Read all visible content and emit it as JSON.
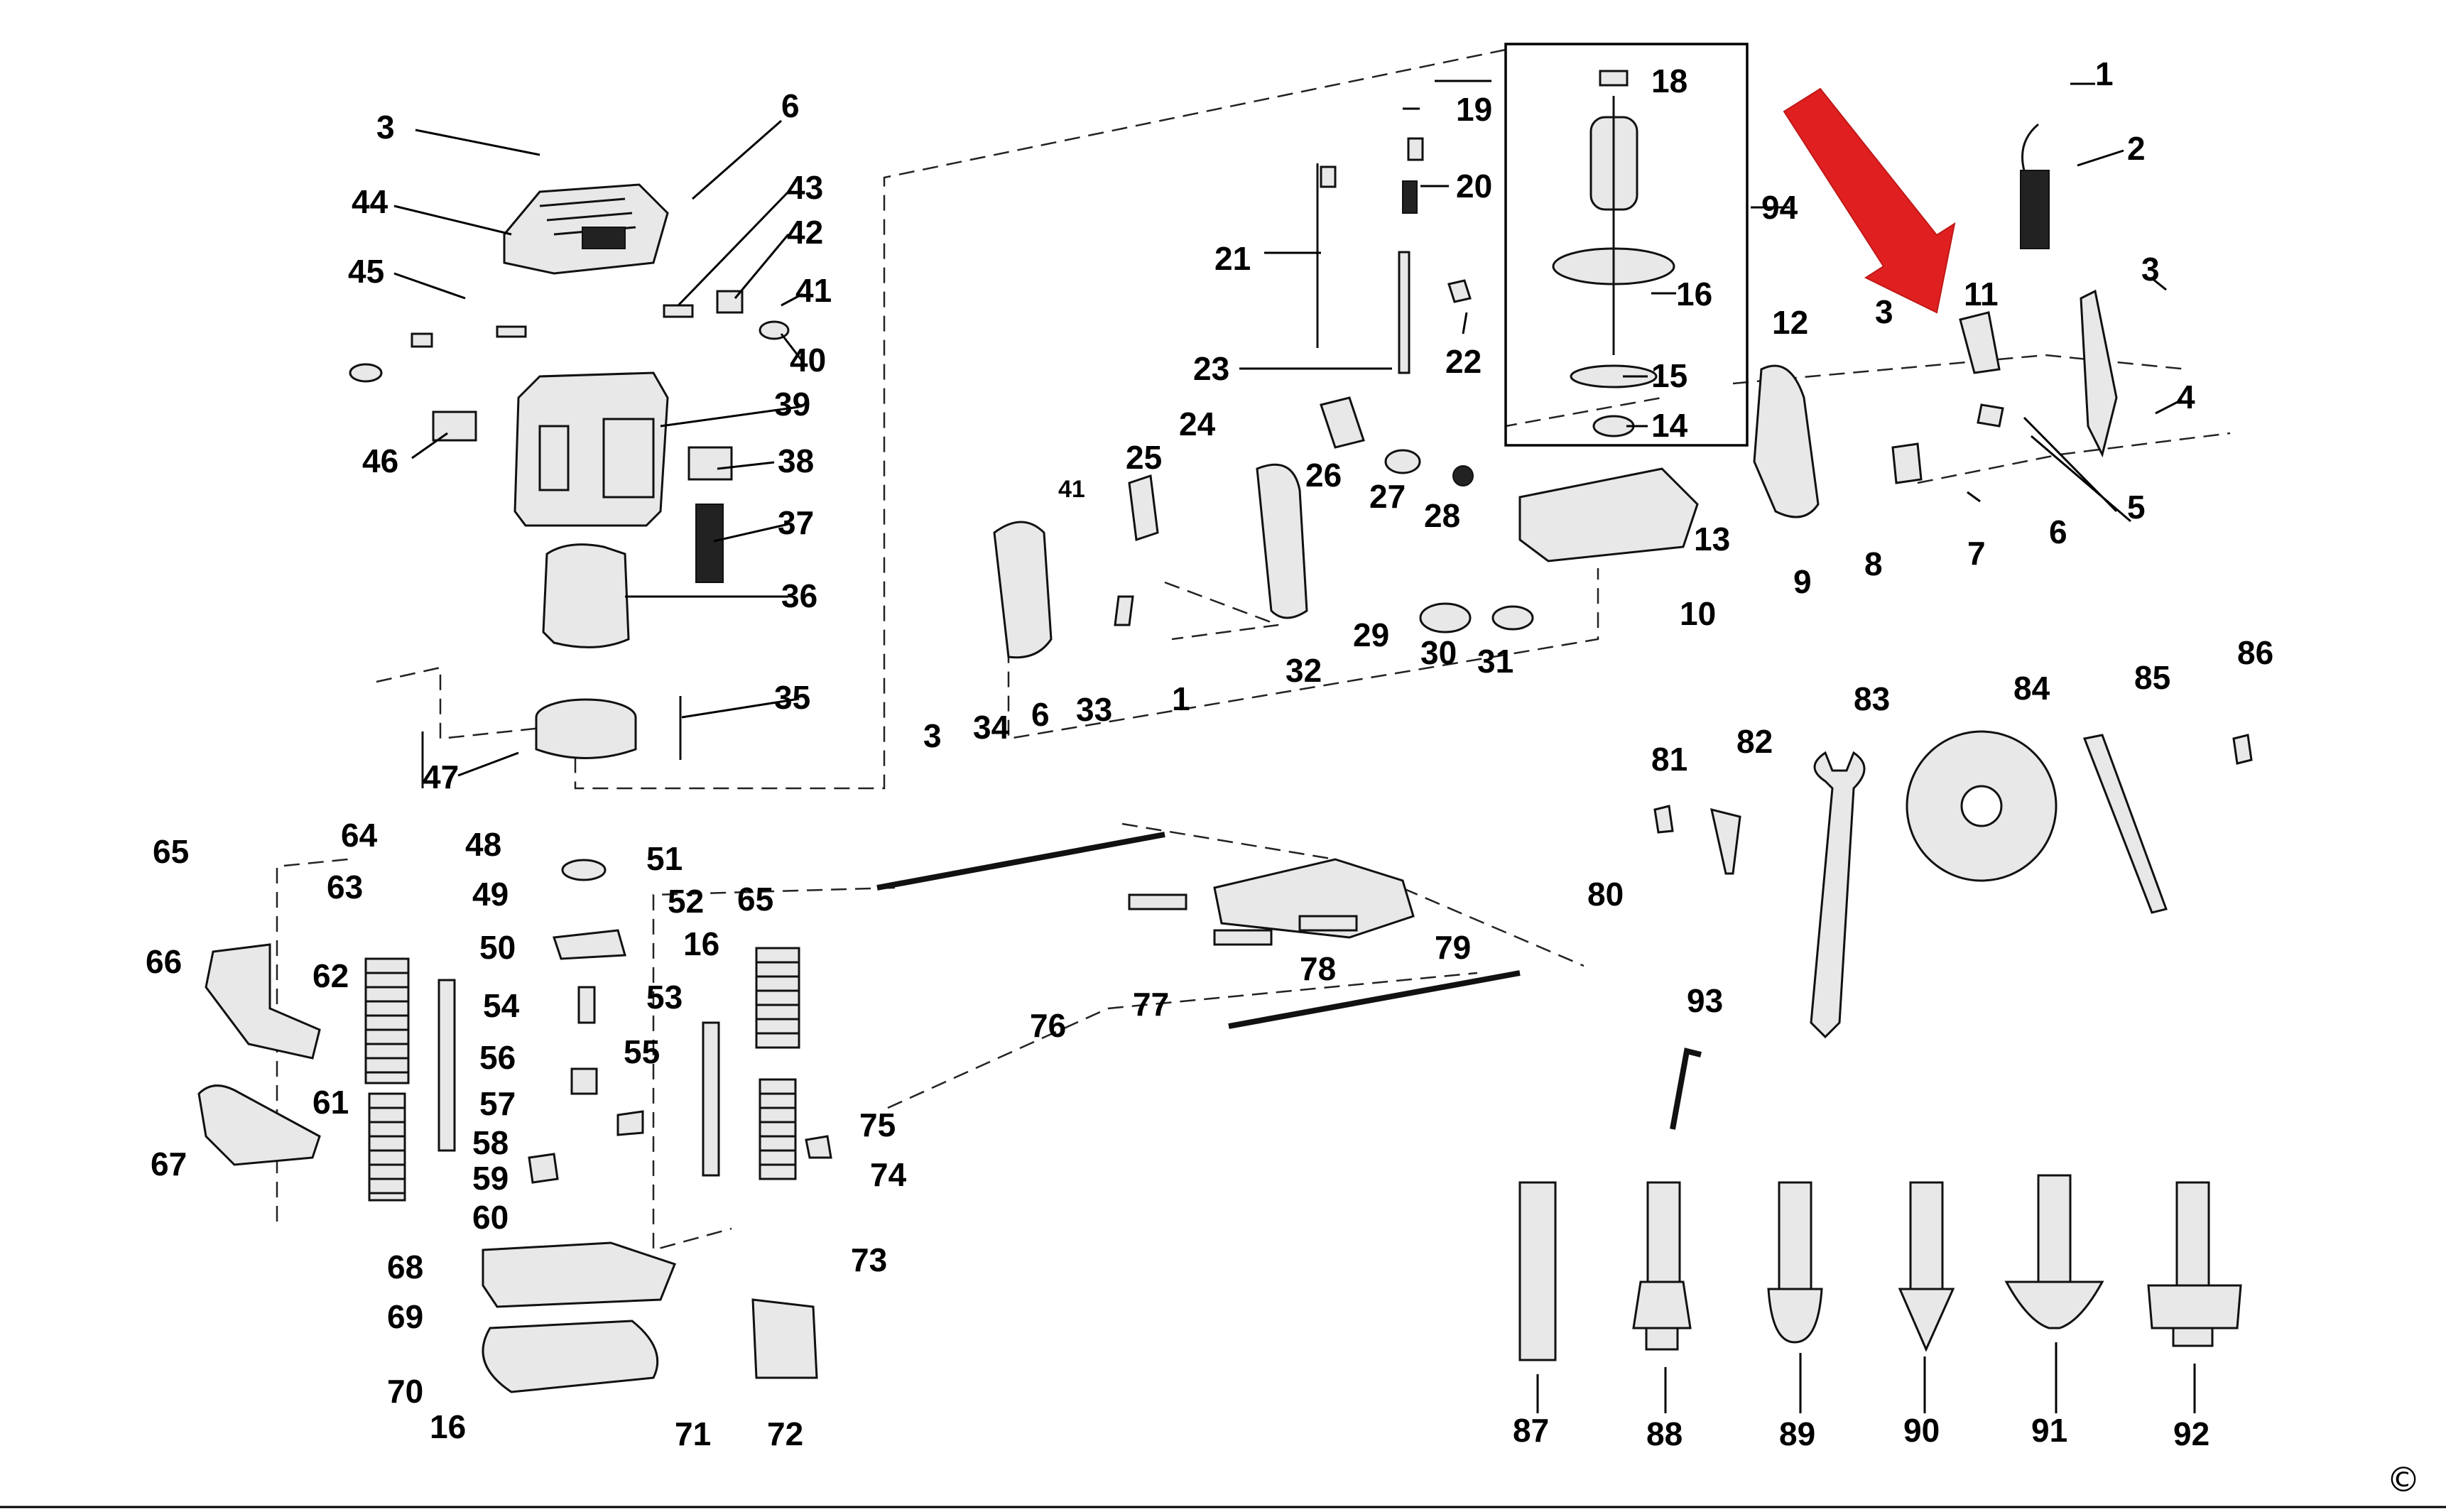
{
  "diagram": {
    "parts": [
      {
        "id": "p1",
        "label": "1"
      },
      {
        "id": "p2",
        "label": "2"
      },
      {
        "id": "p3a",
        "label": "3"
      },
      {
        "id": "p3b",
        "label": "3"
      },
      {
        "id": "p3c",
        "label": "3"
      },
      {
        "id": "p3d",
        "label": "3"
      },
      {
        "id": "p4",
        "label": "4"
      },
      {
        "id": "p5",
        "label": "5"
      },
      {
        "id": "p6a",
        "label": "6"
      },
      {
        "id": "p6b",
        "label": "6"
      },
      {
        "id": "p6c",
        "label": "6"
      },
      {
        "id": "p7",
        "label": "7"
      },
      {
        "id": "p8",
        "label": "8"
      },
      {
        "id": "p9",
        "label": "9"
      },
      {
        "id": "p10",
        "label": "10"
      },
      {
        "id": "p11",
        "label": "11"
      },
      {
        "id": "p12",
        "label": "12"
      },
      {
        "id": "p13",
        "label": "13"
      },
      {
        "id": "p14",
        "label": "14"
      },
      {
        "id": "p15",
        "label": "15"
      },
      {
        "id": "p16a",
        "label": "16"
      },
      {
        "id": "p16b",
        "label": "16"
      },
      {
        "id": "p16c",
        "label": "16"
      },
      {
        "id": "p18",
        "label": "18"
      },
      {
        "id": "p19",
        "label": "19"
      },
      {
        "id": "p20",
        "label": "20"
      },
      {
        "id": "p21",
        "label": "21"
      },
      {
        "id": "p22",
        "label": "22"
      },
      {
        "id": "p23",
        "label": "23"
      },
      {
        "id": "p24",
        "label": "24"
      },
      {
        "id": "p25",
        "label": "25"
      },
      {
        "id": "p26",
        "label": "26"
      },
      {
        "id": "p27",
        "label": "27"
      },
      {
        "id": "p28",
        "label": "28"
      },
      {
        "id": "p29",
        "label": "29"
      },
      {
        "id": "p30",
        "label": "30"
      },
      {
        "id": "p31",
        "label": "31"
      },
      {
        "id": "p32",
        "label": "32"
      },
      {
        "id": "p33",
        "label": "33"
      },
      {
        "id": "p34",
        "label": "34"
      },
      {
        "id": "p1b",
        "label": "1"
      },
      {
        "id": "p35",
        "label": "35"
      },
      {
        "id": "p36",
        "label": "36"
      },
      {
        "id": "p37",
        "label": "37"
      },
      {
        "id": "p38",
        "label": "38"
      },
      {
        "id": "p39",
        "label": "39"
      },
      {
        "id": "p40",
        "label": "40"
      },
      {
        "id": "p41a",
        "label": "41"
      },
      {
        "id": "p41b",
        "label": "41"
      },
      {
        "id": "p42",
        "label": "42"
      },
      {
        "id": "p43",
        "label": "43"
      },
      {
        "id": "p44",
        "label": "44"
      },
      {
        "id": "p45",
        "label": "45"
      },
      {
        "id": "p46",
        "label": "46"
      },
      {
        "id": "p47",
        "label": "47"
      },
      {
        "id": "p48",
        "label": "48"
      },
      {
        "id": "p49",
        "label": "49"
      },
      {
        "id": "p50",
        "label": "50"
      },
      {
        "id": "p51",
        "label": "51"
      },
      {
        "id": "p52",
        "label": "52"
      },
      {
        "id": "p53",
        "label": "53"
      },
      {
        "id": "p54",
        "label": "54"
      },
      {
        "id": "p55",
        "label": "55"
      },
      {
        "id": "p56",
        "label": "56"
      },
      {
        "id": "p57",
        "label": "57"
      },
      {
        "id": "p58",
        "label": "58"
      },
      {
        "id": "p59",
        "label": "59"
      },
      {
        "id": "p60",
        "label": "60"
      },
      {
        "id": "p61",
        "label": "61"
      },
      {
        "id": "p62",
        "label": "62"
      },
      {
        "id": "p63",
        "label": "63"
      },
      {
        "id": "p64",
        "label": "64"
      },
      {
        "id": "p65a",
        "label": "65"
      },
      {
        "id": "p65b",
        "label": "65"
      },
      {
        "id": "p66",
        "label": "66"
      },
      {
        "id": "p67",
        "label": "67"
      },
      {
        "id": "p68",
        "label": "68"
      },
      {
        "id": "p69",
        "label": "69"
      },
      {
        "id": "p70",
        "label": "70"
      },
      {
        "id": "p71",
        "label": "71"
      },
      {
        "id": "p72",
        "label": "72"
      },
      {
        "id": "p73",
        "label": "73"
      },
      {
        "id": "p74",
        "label": "74"
      },
      {
        "id": "p75",
        "label": "75"
      },
      {
        "id": "p76",
        "label": "76"
      },
      {
        "id": "p77",
        "label": "77"
      },
      {
        "id": "p78",
        "label": "78"
      },
      {
        "id": "p79",
        "label": "79"
      },
      {
        "id": "p80",
        "label": "80"
      },
      {
        "id": "p81",
        "label": "81"
      },
      {
        "id": "p82",
        "label": "82"
      },
      {
        "id": "p83",
        "label": "83"
      },
      {
        "id": "p84",
        "label": "84"
      },
      {
        "id": "p85",
        "label": "85"
      },
      {
        "id": "p86",
        "label": "86"
      },
      {
        "id": "p87",
        "label": "87"
      },
      {
        "id": "p88",
        "label": "88"
      },
      {
        "id": "p89",
        "label": "89"
      },
      {
        "id": "p90",
        "label": "90"
      },
      {
        "id": "p91",
        "label": "91"
      },
      {
        "id": "p92",
        "label": "92"
      },
      {
        "id": "p93",
        "label": "93"
      },
      {
        "id": "p94",
        "label": "94"
      }
    ],
    "copyright_symbol": "©",
    "highlight_arrow_color": "#e02020"
  }
}
